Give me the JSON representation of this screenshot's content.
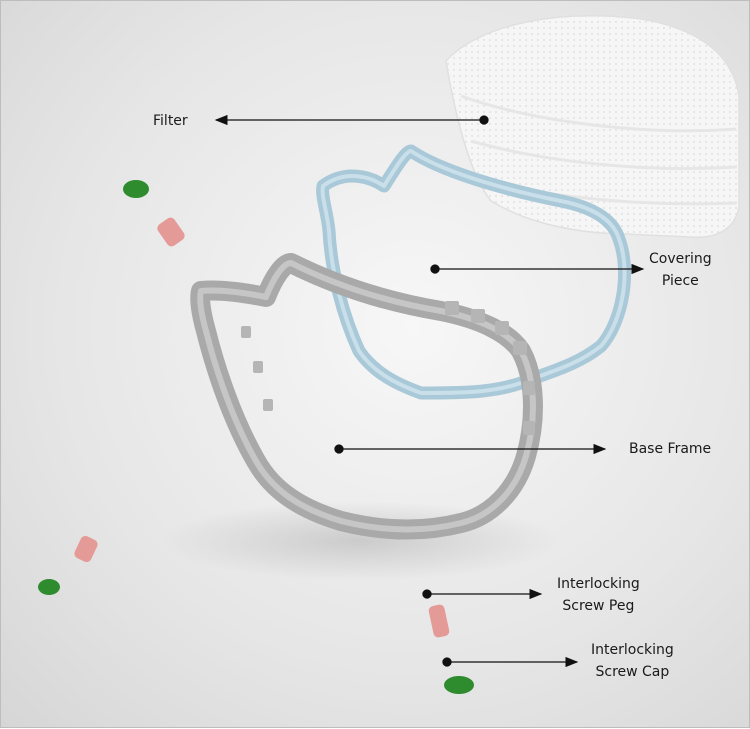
{
  "labels": {
    "filter": "Filter",
    "covering_line1": "Covering",
    "covering_line2": "Piece",
    "base_frame": "Base Frame",
    "peg_line1": "Interlocking",
    "peg_line2": "Screw Peg",
    "cap_line1": "Interlocking",
    "cap_line2": "Screw Cap"
  },
  "colors": {
    "filter": "#f4f4f4",
    "covering_piece": "#a9c9d9",
    "base_frame": "#a9a9a9",
    "screw_peg": "#e49a96",
    "screw_cap": "#2e8b2e",
    "leader_line": "#111111"
  }
}
